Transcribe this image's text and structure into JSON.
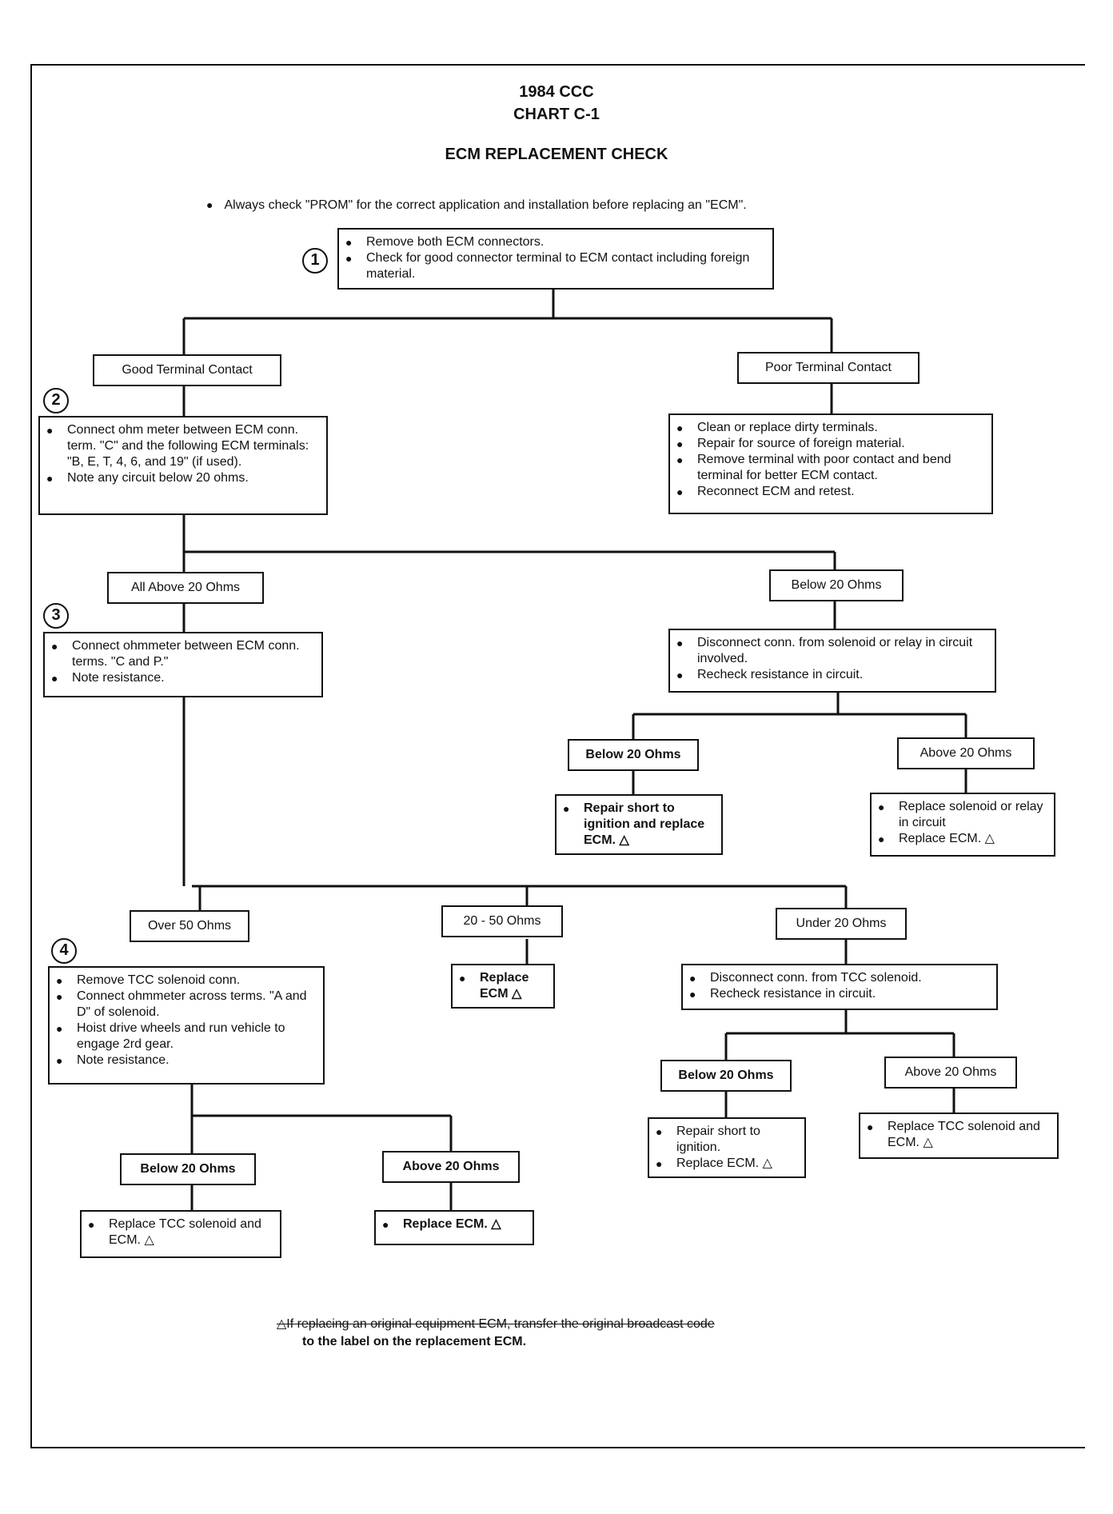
{
  "header": {
    "line1": "1984 CCC",
    "line2": "CHART C-1",
    "line3": "ECM REPLACEMENT CHECK"
  },
  "intro": "Always check \"PROM\" for the correct application and installation before replacing an \"ECM\".",
  "steps": [
    "1",
    "2",
    "3",
    "4"
  ],
  "boxes": {
    "step1": [
      "Remove both ECM connectors.",
      "Check for good connector terminal to ECM contact including foreign material."
    ],
    "step2": [
      "Connect ohm meter between ECM conn. term. \"C\" and the following ECM terminals: \"B, E, T, 4, 6, and 19\" (if used).",
      "Note any circuit below 20 ohms."
    ],
    "poor": [
      "Clean or replace dirty terminals.",
      "Repair for source of foreign material.",
      "Remove terminal with poor contact and bend terminal for better ECM contact.",
      "Reconnect ECM and retest."
    ],
    "step3": [
      "Connect ohmmeter between ECM conn. terms. \"C and P.\"",
      "Note resistance."
    ],
    "below20a": [
      "Disconnect conn. from solenoid or relay in circuit involved.",
      "Recheck resistance in circuit."
    ],
    "repairIgn": [
      "Repair short to ignition and replace ECM. △"
    ],
    "replaceSol": [
      "Replace solenoid or relay in circuit",
      "Replace ECM. △"
    ],
    "step4": [
      "Remove TCC solenoid conn.",
      "Connect ohmmeter across terms. \"A and D\" of solenoid.",
      "Hoist drive wheels and run vehicle to engage 2rd gear.",
      "Note resistance."
    ],
    "replaceEcm2050": [
      "Replace ECM △"
    ],
    "under20": [
      "Disconnect conn. from TCC solenoid.",
      "Recheck resistance in circuit."
    ],
    "repairIgn2": [
      "Repair short to ignition.",
      "Replace ECM. △"
    ],
    "replaceTcc2": [
      "Replace TCC solenoid and ECM. △"
    ],
    "replaceTcc1": [
      "Replace TCC solenoid and ECM. △"
    ],
    "replaceEcmLast": [
      "Replace ECM. △"
    ]
  },
  "labels": {
    "goodContact": "Good Terminal Contact",
    "poorContact": "Poor Terminal Contact",
    "allAbove20": "All Above 20 Ohms",
    "below20": "Below 20 Ohms",
    "below20b": "Below 20 Ohms",
    "above20b": "Above 20 Ohms",
    "over50": "Over 50 Ohms",
    "r2050": "20 - 50 Ohms",
    "under20": "Under 20 Ohms",
    "below20c": "Below 20 Ohms",
    "above20c": "Above 20 Ohms",
    "below20d": "Below 20 Ohms",
    "above20d": "Above 20 Ohms"
  },
  "footnote": {
    "line1": "△If replacing an original equipment ECM, transfer the original broadcast code",
    "line2": "to the label on the replacement ECM."
  }
}
